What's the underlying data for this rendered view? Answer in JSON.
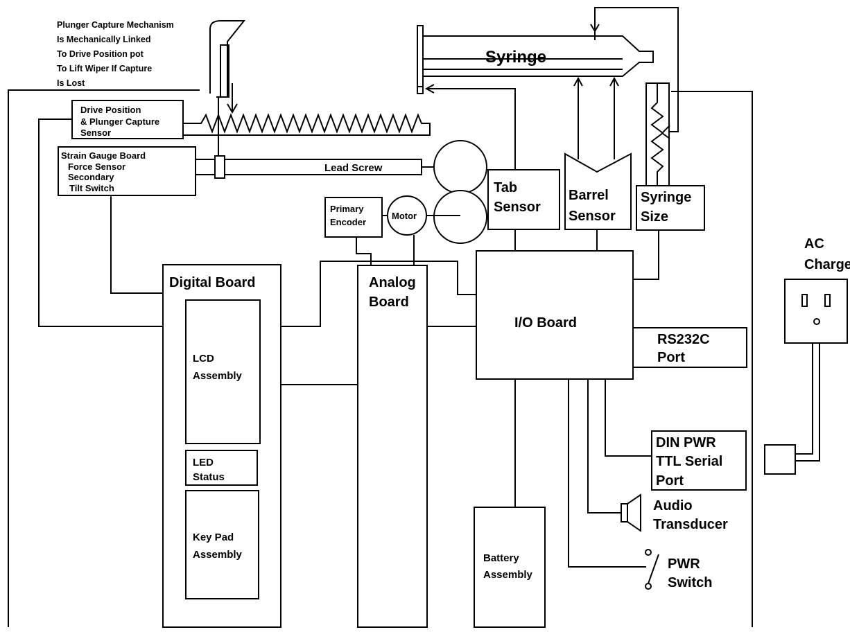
{
  "note": {
    "lines": [
      "Plunger Capture Mechanism",
      "Is Mechanically Linked",
      "To Drive Position pot",
      "To Lift Wiper If Capture",
      "Is Lost"
    ]
  },
  "labels": {
    "syringe": "Syringe",
    "drive_position": [
      "Drive Position",
      "& Plunger Capture",
      "Sensor"
    ],
    "strain_gauge": [
      "Strain Gauge Board",
      "Force Sensor",
      "Secondary",
      "Tilt Switch"
    ],
    "lead_screw": "Lead Screw",
    "primary_encoder": [
      "Primary",
      "Encoder"
    ],
    "motor": "Motor",
    "tab_sensor": [
      "Tab",
      "Sensor"
    ],
    "barrel_sensor": [
      "Barrel",
      "Sensor"
    ],
    "syringe_size": [
      "Syringe",
      "Size"
    ],
    "ac_charger": [
      "AC",
      "Charger"
    ],
    "digital_board": "Digital Board",
    "lcd_assembly": [
      "LCD",
      "Assembly"
    ],
    "led_status": [
      "LED",
      "Status"
    ],
    "key_pad": [
      "Key Pad",
      "Assembly"
    ],
    "analog_board": [
      "Analog",
      "Board"
    ],
    "io_board": "I/O Board",
    "rs232": [
      "RS232C",
      "Port"
    ],
    "din_pwr": [
      "DIN PWR",
      "TTL Serial",
      "Port"
    ],
    "audio": [
      "Audio",
      "Transducer"
    ],
    "battery": [
      "Battery",
      "Assembly"
    ],
    "pwr_switch": [
      "PWR",
      "Switch"
    ]
  }
}
